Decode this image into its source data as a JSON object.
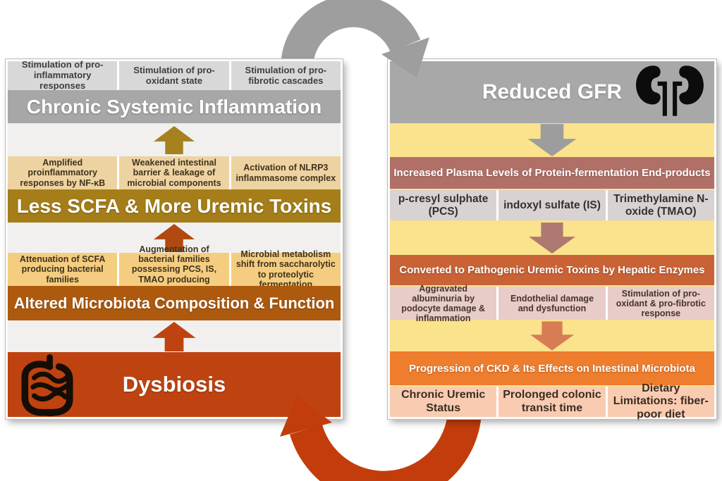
{
  "left_panel": {
    "outcome_boxes": [
      "Stimulation of pro-inflammatory responses",
      "Stimulation of pro-oxidant state",
      "Stimulation of pro-fibrotic cascades"
    ],
    "inflammation_band": "Chronic Systemic Inflammation",
    "mediator_boxes": [
      "Amplified proinflammatory responses by NF-κB",
      "Weakened intestinal barrier & leakage of microbial components",
      "Activation of NLRP3 inflammasome complex"
    ],
    "toxins_band": "Less SCFA & More Uremic Toxins",
    "microbiota_boxes": [
      "Attenuation of SCFA producing bacterial families",
      "Augmentation of bacterial families possessing PCS, IS, TMAO producing enzymes",
      "Microbial metabolism shift from saccharolytic to proteolytic fermentation"
    ],
    "microbiota_band": "Altered Microbiota Composition & Function",
    "root_band": "Dysbiosis"
  },
  "right_panel": {
    "gfr_band": "Reduced GFR",
    "plasma_band": "Increased Plasma Levels of Protein-fermentation End-products",
    "plasma_boxes": [
      "p-cresyl sulphate (PCS)",
      "indoxyl sulfate (IS)",
      "Trimethylamine N-oxide (TMAO)"
    ],
    "hepatic_band": "Converted to Pathogenic Uremic Toxins by Hepatic Enzymes",
    "toxin_effect_boxes": [
      "Aggravated albuminuria by podocyte damage & inflammation",
      "Endothelial damage and dysfunction",
      "Stimulation of pro-oxidant & pro-fibrotic response"
    ],
    "progression_band": "Progression of CKD & Its Effects on Intestinal Microbiota",
    "progression_boxes": [
      "Chronic Uremic Status",
      "Prolonged colonic transit time",
      "Dietary Limitations: fiber-poor diet"
    ]
  },
  "icons": {
    "intestine": "intestine-icon",
    "kidneys": "kidneys-icon",
    "cycle_top": "gray-curved-arrow-left-to-right",
    "cycle_bottom": "red-curved-arrow-right-to-left"
  },
  "colors": {
    "left_panel_bg": "#f1f0ef",
    "right_panel_bg": "#fbe28c",
    "gray_band": "#a7a7a7",
    "gold_band": "#a57e19",
    "brown_band": "#ad5a0f",
    "rust_band": "#bf4310",
    "rose_band": "#b07067",
    "terracotta_band": "#c96235",
    "orange_band": "#ee7d2e",
    "gold_arrow": "#a5821e",
    "rust_arrow": "#b04a10",
    "red_arrow": "#bf4310",
    "gray_arrow": "#9d9d9d",
    "mauve_arrow": "#ae7970",
    "salmon_arrow": "#d87c55",
    "cycle_top_arrow": "#9e9e9e",
    "cycle_bottom_arrow": "#c23d0b"
  }
}
